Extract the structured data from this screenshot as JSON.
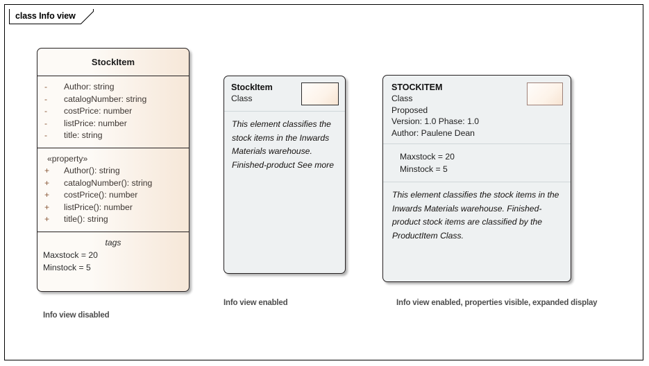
{
  "frame": {
    "tab_label": "class Info view"
  },
  "classic_box": {
    "name": "StockItem",
    "attributes": [
      {
        "visibility": "-",
        "text": "Author: string"
      },
      {
        "visibility": "-",
        "text": "catalogNumber: string"
      },
      {
        "visibility": "-",
        "text": "costPrice: number"
      },
      {
        "visibility": "-",
        "text": "listPrice: number"
      },
      {
        "visibility": "-",
        "text": "title: string"
      }
    ],
    "operations_stereotype": "«property»",
    "operations": [
      {
        "visibility": "+",
        "text": "Author(): string"
      },
      {
        "visibility": "+",
        "text": "catalogNumber(): string"
      },
      {
        "visibility": "+",
        "text": "costPrice(): number"
      },
      {
        "visibility": "+",
        "text": "listPrice(): number"
      },
      {
        "visibility": "+",
        "text": "title(): string"
      }
    ],
    "tags_title": "tags",
    "tags": [
      "Maxstock = 20",
      "Minstock = 5"
    ],
    "caption": "Info view disabled"
  },
  "info_box": {
    "name": "StockItem",
    "type": "Class",
    "description": "This element classifies the stock items in the Inwards Materials warehouse. Finished-product See more",
    "caption": "Info view enabled"
  },
  "expanded_box": {
    "name": "STOCKITEM",
    "type": "Class",
    "status": "Proposed",
    "version_phase": "Version: 1.0 Phase: 1.0",
    "author": "Author: Paulene Dean",
    "properties": [
      "Maxstock = 20",
      "Minstock = 5"
    ],
    "description": "This element classifies the stock items in the Inwards Materials warehouse. Finished-product stock items are classified by the ProductItem Class.",
    "caption": "Info view enabled, properties visible, expanded display"
  },
  "colors": {
    "classic_fill_light": "#FDFAF6",
    "classic_fill_dark": "#F6E7D8",
    "info_fill": "#EEF1F2",
    "border": "#231F20",
    "thumbnail_fill": "#FDF3E9",
    "caption_text": "#4D4D4D"
  }
}
